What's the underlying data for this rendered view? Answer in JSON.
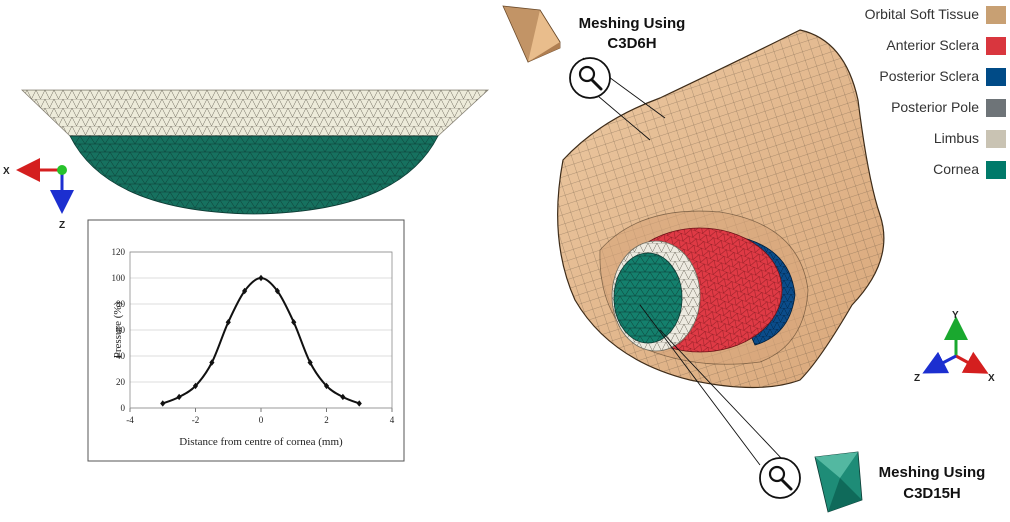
{
  "legend": [
    {
      "label": "Orbital Soft Tissue",
      "color": "#C8A073"
    },
    {
      "label": "Anterior Sclera",
      "color": "#D9363E"
    },
    {
      "label": "Posterior Sclera",
      "color": "#004B87"
    },
    {
      "label": "Posterior Pole",
      "color": "#6E7478"
    },
    {
      "label": "Limbus",
      "color": "#C9C3B3"
    },
    {
      "label": "Cornea",
      "color": "#007A6A"
    }
  ],
  "mesh_callouts": {
    "top": {
      "line1": "Meshing Using",
      "line2": "C3D6H",
      "icon": "magnifier-icon"
    },
    "bottom": {
      "line1": "Meshing Using",
      "line2": "C3D15H",
      "icon": "magnifier-icon"
    }
  },
  "axes_left": {
    "x": "X",
    "z": "Z"
  },
  "axes_right": {
    "y": "Y",
    "z": "Z",
    "x": "X"
  },
  "chart_data": {
    "type": "line",
    "xlabel": "Distance from centre of cornea (mm)",
    "ylabel": "Pressure (%)",
    "xlim": [
      -4,
      4
    ],
    "ylim": [
      0,
      120
    ],
    "x_ticks": [
      "-4",
      "-2",
      "0",
      "2",
      "4"
    ],
    "y_ticks": [
      "0",
      "20",
      "40",
      "60",
      "80",
      "100",
      "120"
    ],
    "grid": true,
    "series": [
      {
        "x": [
          -3,
          -2.5,
          -2,
          -1.5,
          -1,
          -0.5,
          0,
          0.5,
          1,
          1.5,
          2,
          2.5,
          3
        ],
        "y": [
          3.5,
          8.5,
          17,
          35,
          66,
          90,
          100,
          90,
          66,
          35,
          17,
          8.5,
          3.5
        ]
      }
    ]
  }
}
